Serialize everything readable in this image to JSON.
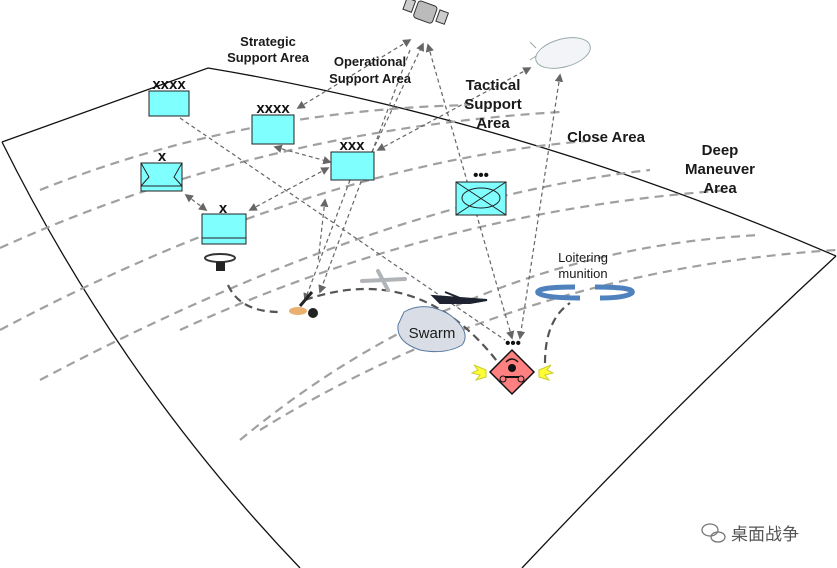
{
  "zones": {
    "strategic": [
      "Strategic",
      "Support Area"
    ],
    "operational": [
      "Operational",
      "Support Area"
    ],
    "tactical": [
      "Tactical",
      "Support",
      "Area"
    ],
    "close": "Close Area",
    "deep": [
      "Deep",
      "Maneuver",
      "Area"
    ]
  },
  "units": {
    "army_group_1": "xxxx",
    "army_group_2": "xxxx",
    "corps": "xxx",
    "brigade_1": "x",
    "brigade_2": "x",
    "platoon": "•••",
    "target": "•••"
  },
  "assets": {
    "swarm": "Swarm",
    "loitering": [
      "Loitering",
      "munition"
    ]
  },
  "colors": {
    "unit_fill": "#80FFFF",
    "enemy_fill": "#FF8080",
    "swarm_fill": "#D9DEE6",
    "loiter_arrow": "#4F81BD",
    "blast": "#FFFF33",
    "zone_lines": "#A0A0A0"
  },
  "watermark": "桌面战争"
}
